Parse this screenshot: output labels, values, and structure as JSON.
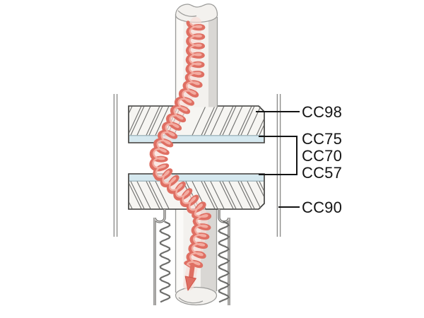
{
  "labels": {
    "cc98": "CC98",
    "cc75": "CC75",
    "cc70": "CC70",
    "cc57": "CC57",
    "cc90": "CC90"
  },
  "colors": {
    "background": "#ffffff",
    "beam": "#df6f63",
    "beam_dark": "#cf5449",
    "beam_light": "#f3aca1",
    "beam_glow": "#f8dcd6",
    "glass": "#d5e8ef",
    "glass_edge": "#8fa9b2",
    "block_fill": "#f6f5f2",
    "block_edge": "#3a3a38",
    "hatch": "#6e6e6c",
    "tube_fill": "#f3f1ee",
    "tube_edge": "#9b9b99",
    "tube_shade": "#d9d7d4",
    "tube_highlight": "#fbfaf8",
    "metal": "#6f6f6d",
    "metal_core": "#eceae8",
    "rail": "#8d8d8b",
    "label_text": "#141414",
    "leader": "#141414"
  }
}
